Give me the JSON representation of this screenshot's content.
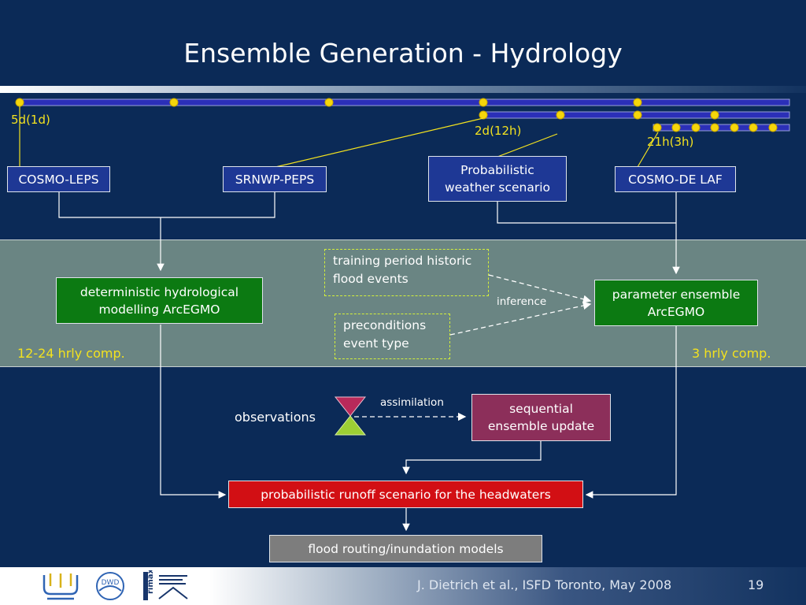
{
  "slide": {
    "title": "Ensemble Generation - Hydrology",
    "footer_text": "J. Dietrich et al., ISFD Toronto, May 2008",
    "page_number": "19"
  },
  "timeline": {
    "label_5d": "5d(1d)",
    "label_2d": "2d(12h)",
    "label_21h": "21h(3h)"
  },
  "boxes": {
    "cosmo_leps": "COSMO-LEPS",
    "srnwp_peps": "SRNWP-PEPS",
    "prob_weather": "Probabilistic weather scenario",
    "cosmo_de": "COSMO-DE LAF",
    "deterministic": "deterministic hydrological modelling ArcEGMO",
    "training": "training period historic flood events",
    "preconditions": "preconditions event type",
    "param_ensemble": "parameter ensemble ArcEGMO",
    "sequential": "sequential ensemble update",
    "runoff": "probabilistic runoff scenario for the headwaters",
    "flood_routing": "flood routing/inundation models"
  },
  "labels": {
    "hrly_12_24": "12-24 hrly comp.",
    "hrly_3": "3 hrly comp.",
    "inference": "inference",
    "assimilation": "assimilation",
    "observations": "observations"
  },
  "logos": {
    "dwd": "DWD",
    "rimax": "rimax"
  },
  "colors": {
    "background": "#0b2a57",
    "band": "#6a8583",
    "timeline_bar": "#2b2fb8",
    "timeline_dot": "#f5d60b",
    "box_blue": "#1e3895",
    "box_green": "#0c7a12",
    "box_maroon": "#8c2f5a",
    "box_red": "#d20f14",
    "box_gray": "#7d7d7d",
    "dashed_border": "#d4f03a",
    "label_yellow": "#f3e21f",
    "hourglass_top": "#b8295a",
    "hourglass_bottom": "#9ccf34"
  }
}
